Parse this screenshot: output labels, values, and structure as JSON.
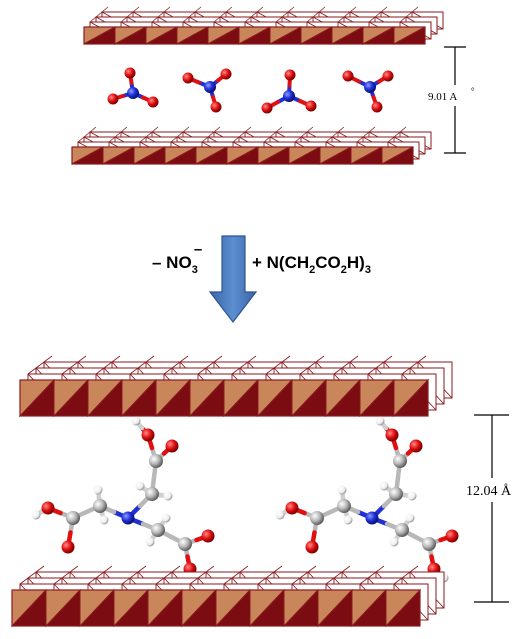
{
  "top_panel": {
    "spacing_label": "9.01 A",
    "spacing_mark": "°",
    "anion_count": 4
  },
  "reaction": {
    "minus_part": "– NO",
    "minus_sub": "3",
    "minus_sup": "–",
    "plus_part": "+ N(CH",
    "plus_sub1": "2",
    "plus_mid": "CO",
    "plus_sub2": "2",
    "plus_end": "H)",
    "plus_sub3": "3"
  },
  "bottom_panel": {
    "spacing_label": "12.04 Å",
    "molecule_count": 2
  },
  "colors": {
    "octahedron_face_light": "#c9865a",
    "octahedron_face_dark": "#7a0c12",
    "octahedron_edge": "#8b1a1f",
    "nitrogen": "#1e2fd6",
    "oxygen": "#e01010",
    "carbon": "#b8b8b8",
    "hydrogen": "#f2f2f2",
    "arrow": "#4a7cc0"
  }
}
